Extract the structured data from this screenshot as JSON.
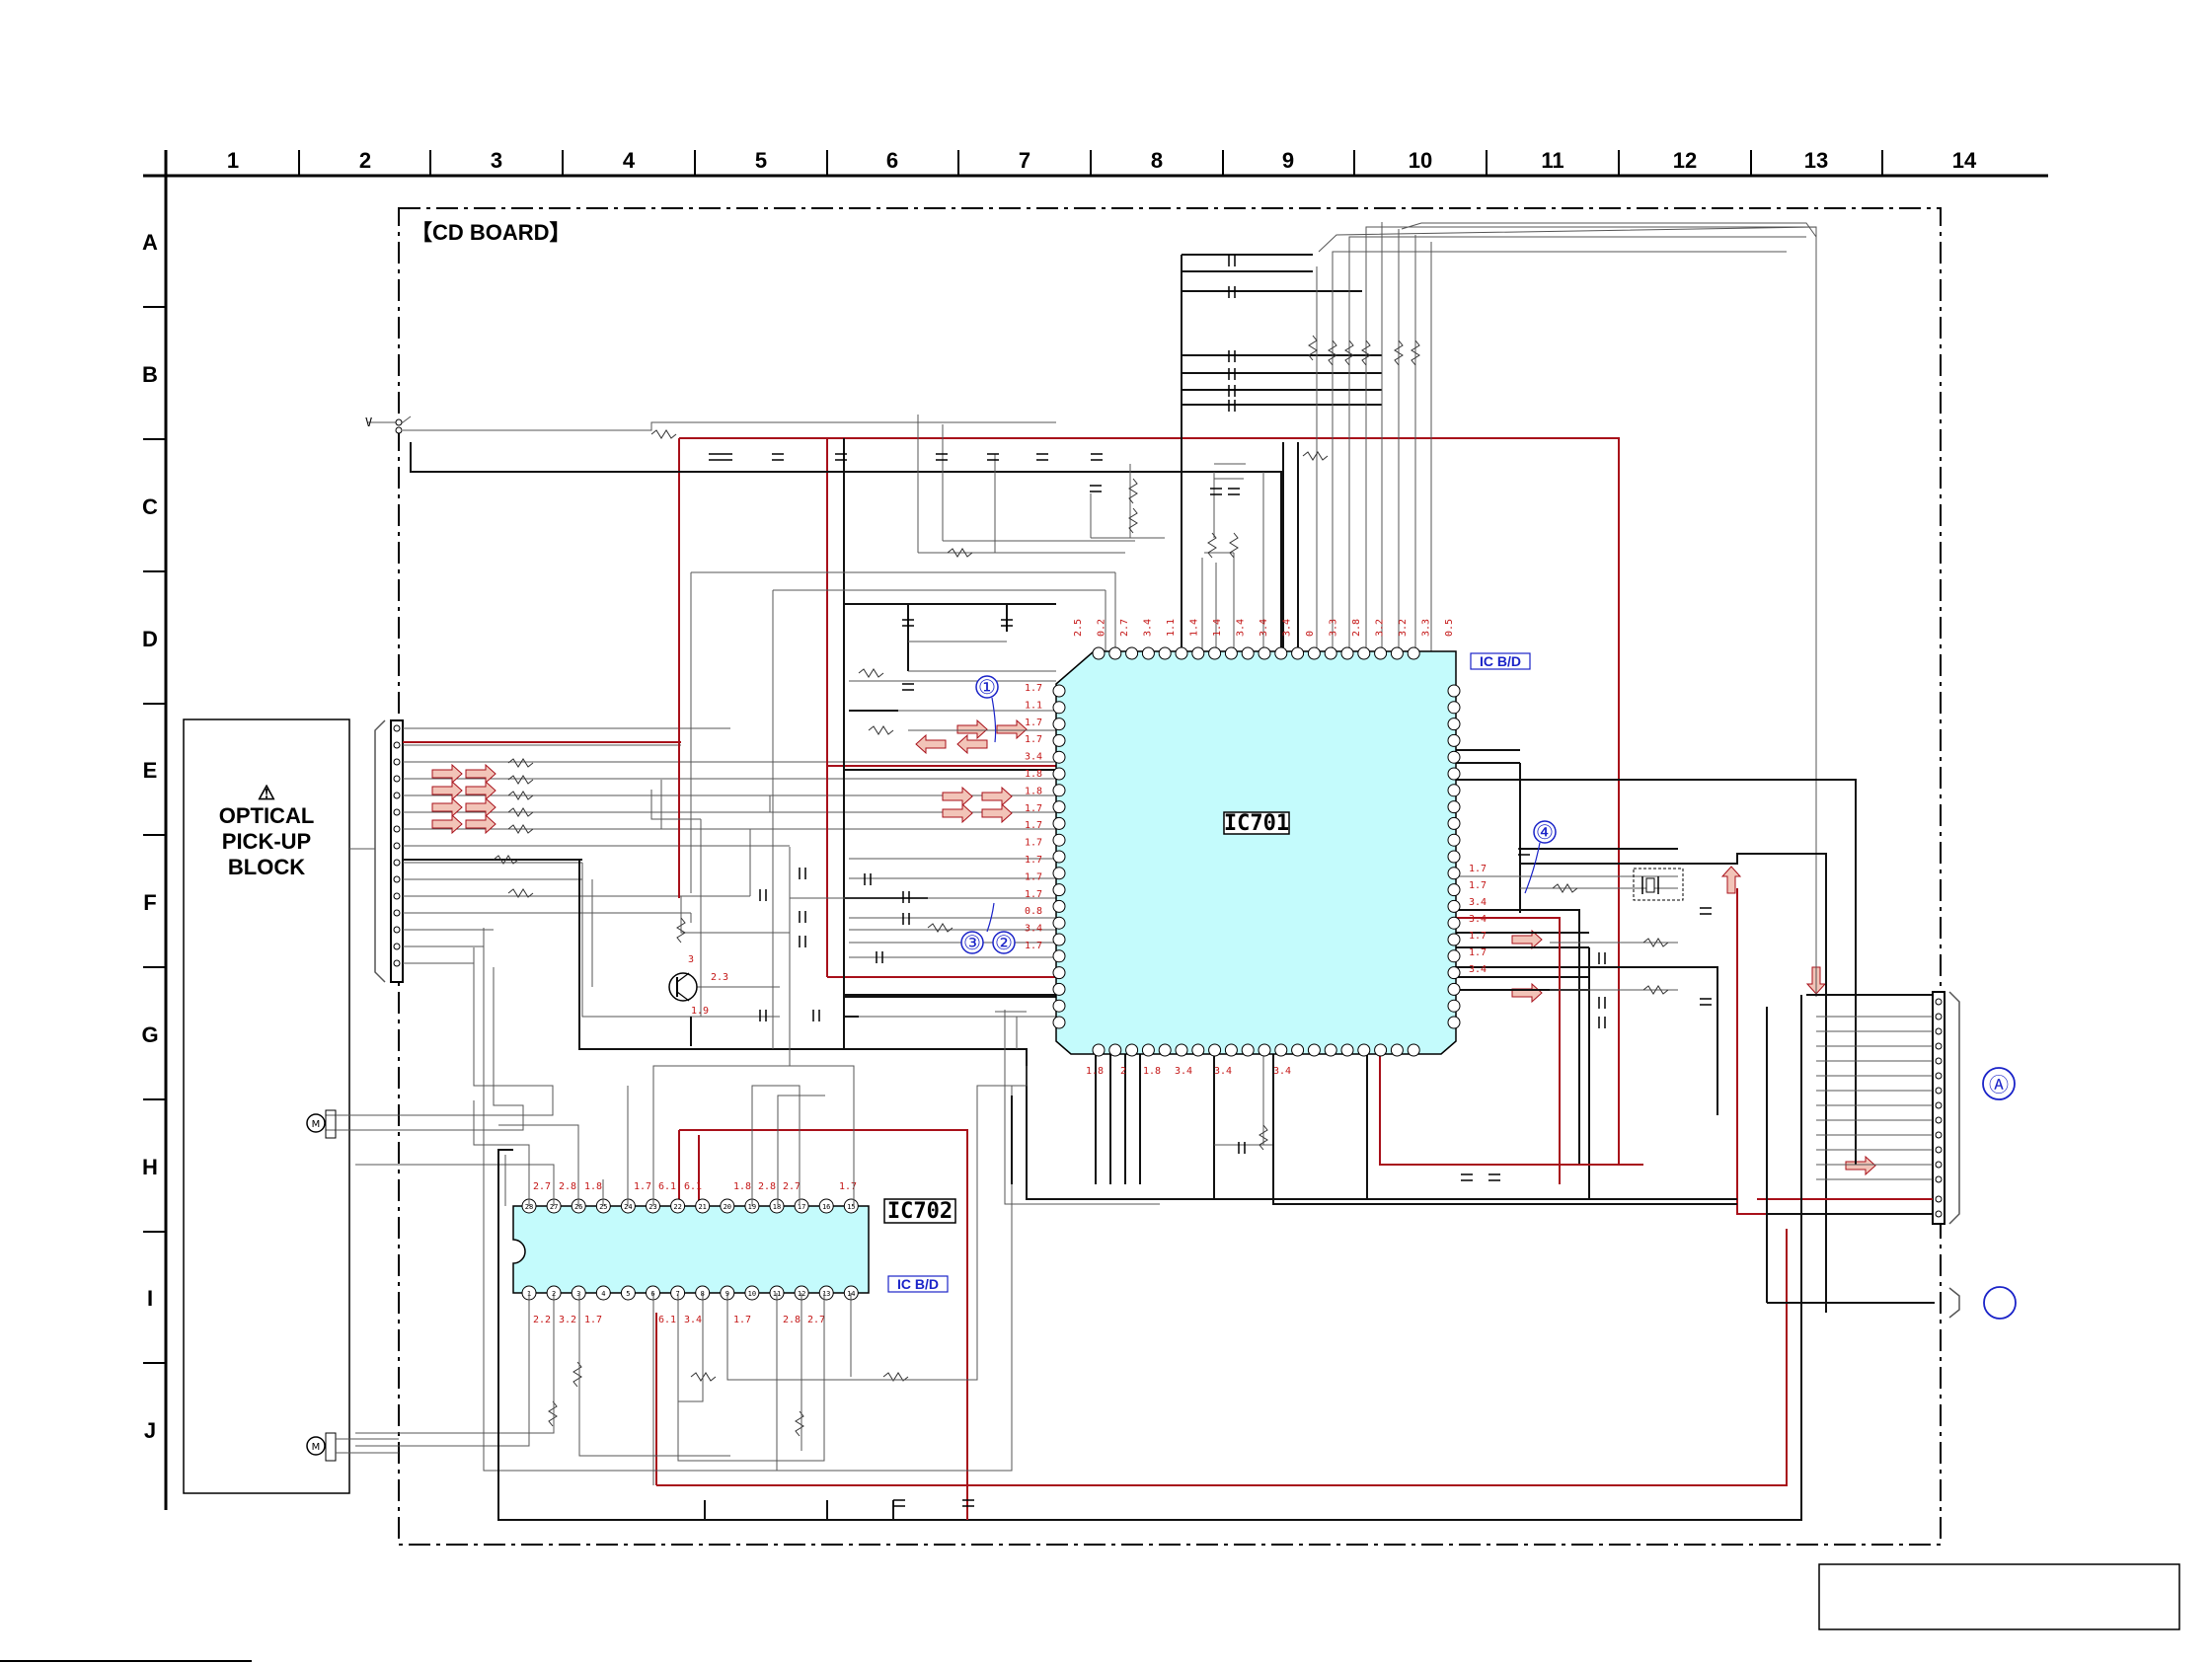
{
  "columns": [
    "1",
    "2",
    "3",
    "4",
    "5",
    "6",
    "7",
    "8",
    "9",
    "10",
    "11",
    "12",
    "13",
    "14"
  ],
  "rows": [
    "A",
    "B",
    "C",
    "D",
    "E",
    "F",
    "G",
    "H",
    "I",
    "J"
  ],
  "board_title": "【CD BOARD】",
  "pickup_block": {
    "warning_symbol": "⚠",
    "line1": "OPTICAL",
    "line2": "PICK-UP",
    "line3": "BLOCK"
  },
  "ic701": {
    "name": "IC701",
    "tag": "IC B/D"
  },
  "ic702": {
    "name": "IC702",
    "tag": "IC B/D"
  },
  "refs": {
    "r1": "①",
    "r2": "②",
    "r3": "③",
    "r4": "④"
  },
  "connectors": {
    "A": "Ⓐ",
    "motor": "M"
  },
  "ic701_top_voltages": [
    "2.5",
    "0.2",
    "2.7",
    "3.4",
    "1.1",
    "1.4",
    "1.4",
    "3.4",
    "3.4",
    "3.4",
    "0",
    "3.3",
    "2.8",
    "3.2",
    "3.2",
    "3.3",
    "0.5"
  ],
  "ic701_left_voltages": [
    "1.7",
    "1.1",
    "1.7",
    "1.7",
    "3.4",
    "1.8",
    "1.8",
    "1.7",
    "1.7",
    "1.7",
    "1.7",
    "1.7",
    "1.7",
    "0.8",
    "3.4",
    "1.7"
  ],
  "ic701_right_voltages": [
    "1.7",
    "1.7",
    "3.4",
    "3.4",
    "1.7",
    "1.7",
    "3.4"
  ],
  "ic701_bottom_voltages": [
    "1.8",
    "2",
    "1.8",
    "3.4",
    "3.4",
    "3.4"
  ],
  "ic702_top_voltages": [
    "2.7",
    "2.8",
    "1.8",
    "1.7",
    "6.1",
    "6.1",
    "1.8",
    "2.8",
    "2.7",
    "1.7"
  ],
  "ic702_bottom_voltages": [
    "2.2",
    "3.2",
    "1.7",
    "6.1",
    "3.4",
    "1.7",
    "2.8",
    "2.7"
  ],
  "transistor_voltages": [
    "3",
    "2.3",
    "1.9"
  ],
  "ic702_top_pins": [
    "28",
    "27",
    "26",
    "25",
    "24",
    "23",
    "22",
    "21",
    "20",
    "19",
    "18",
    "17",
    "16",
    "15"
  ],
  "ic702_bottom_pins": [
    "1",
    "2",
    "3",
    "4",
    "5",
    "6",
    "7",
    "8",
    "9",
    "10",
    "11",
    "12",
    "13",
    "14"
  ]
}
